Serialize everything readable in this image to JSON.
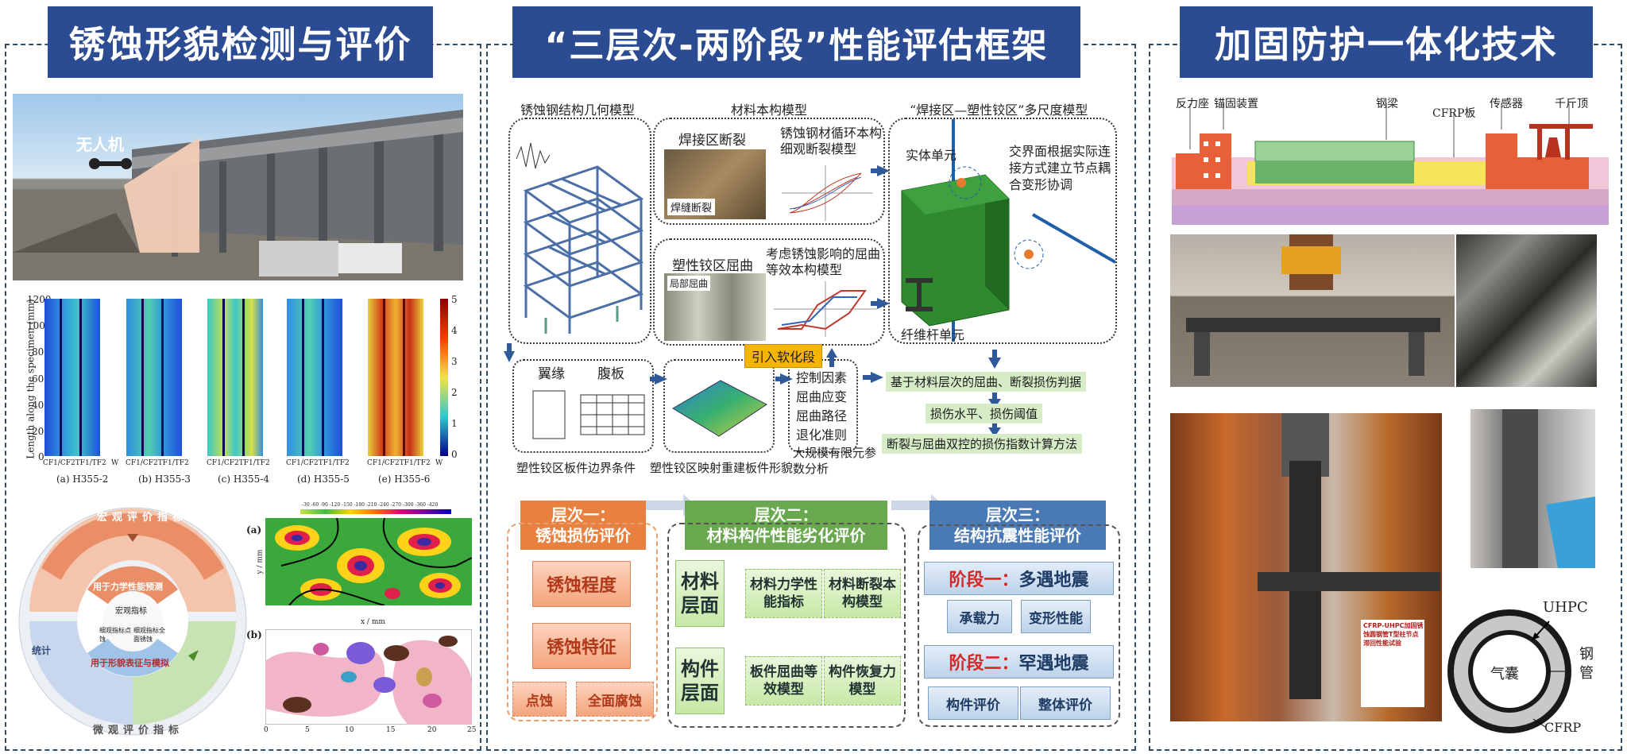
{
  "panels": {
    "left": {
      "title": "锈蚀形貌检测与评价",
      "drone_label": "无人机",
      "heatmap": {
        "ylabel": "Length along the specimen (mm)",
        "yticks": [
          "1200",
          "1000",
          "800",
          "600",
          "400",
          "200",
          "0"
        ],
        "colorbar_ticks": [
          "5",
          "4",
          "3",
          "2",
          "1",
          "0"
        ],
        "xtick_labels": [
          "CF1/CF2TF1/TF2",
          "W",
          "CF1/CF2TF1/TF2",
          "CF1/CF2TF1/TF2",
          "CF1/CF2TF1/TF2",
          "CF1/CF2TF1/TF2",
          "W"
        ],
        "subcaptions": [
          "(a) H355-2",
          "(b) H355-3",
          "(c) H355-4",
          "(d) H355-5",
          "(e) H355-6"
        ]
      },
      "wheel": {
        "top_arc": "宏观评价指标",
        "bottom_arc": "微观评价指标",
        "left_arc": "统计",
        "inner_top": "用于力学性能预测",
        "inner_bottom": "用于形貌表征与模拟",
        "center_top": "宏观指标",
        "center_left": "细观指标点蚀",
        "center_right": "细观指标全面锈蚀"
      },
      "maps": {
        "label_a": "(a)",
        "label_b": "(b)",
        "axis_x": "x / mm",
        "axis_y": "y / mm",
        "xticks": [
          "0",
          "5",
          "10",
          "15",
          "20",
          "25"
        ],
        "colorbar": "-30 -60 -90 -120 -150 -180 -210 -240 -270 -300 -360 -420"
      }
    },
    "middle": {
      "title": "“三层次-两阶段”性能评估框架",
      "geom_model": "锈蚀钢结构几何模型",
      "material_model": "材料本构模型",
      "multiscale_model": "“焊接区—塑性铰区”多尺度模型",
      "weld_fracture": "焊接区断裂",
      "weld_crack": "焊缝断裂",
      "cyclic_model": "锈蚀钢材循环本构细观断裂模型",
      "plastic_buckling": "塑性铰区屈曲",
      "local_buckling": "局部屈曲",
      "buckling_model": "考虑锈蚀影响的屈曲等效本构模型",
      "solid_element": "实体单元",
      "beam_element": "纤维杆单元",
      "interface_note": "交界面根据实际连接方式建立节点耦合变形协调",
      "flange": "翼缘",
      "web": "腹板",
      "softening": "引入软化段",
      "control_factors": [
        "控制因素",
        "屈曲应变",
        "屈曲路径",
        "退化准则"
      ],
      "boundary_caption": "塑性铰区板件边界条件",
      "morph_caption": "塑性铰区映射重建板件形貌",
      "fe_caption": "大规模有限元参数分析",
      "flow": [
        "基于材料层次的屈曲、断裂损伤判据",
        "损伤水平、损伤阈值",
        "断裂与屈曲双控的损伤指数计算方法"
      ],
      "tiers": {
        "t1": {
          "head1": "层次一：",
          "head2": "锈蚀损伤评价",
          "b1": "锈蚀程度",
          "b2": "锈蚀特征",
          "s1": "点蚀",
          "s2": "全面腐蚀"
        },
        "t2": {
          "head1": "层次二：",
          "head2": "材料构件性能劣化评价",
          "row1": "材料层面",
          "row1_b1": "材料力学性能指标",
          "row1_b2": "材料断裂本构模型",
          "row2": "构件层面",
          "row2_b1": "板件屈曲等效模型",
          "row2_b2": "构件恢复力模型"
        },
        "t3": {
          "head1": "层次三：",
          "head2": "结构抗震性能评价",
          "st1_a": "阶段一：",
          "st1_b": "多遇地震",
          "st1_i1": "承载力",
          "st1_i2": "变形性能",
          "st2_a": "阶段二：",
          "st2_b": "罕遇地震",
          "st2_i1": "构件评价",
          "st2_i2": "整体评价"
        }
      }
    },
    "right": {
      "title": "加固防护一体化技术",
      "test_labels": {
        "reaction": "反力座",
        "anchor": "锚固装置",
        "beam": "钢梁",
        "cfrp": "CFRP板",
        "sensor": "传感器",
        "jack": "千斤顶"
      },
      "sign_text": "CFRP-UHPC加固锈蚀圆钢管T型柱节点滞回性能试验",
      "section": {
        "uhpc": "UHPC",
        "steel": "钢管",
        "airbag": "气囊",
        "cfrp": "CFRP"
      }
    }
  },
  "colors": {
    "banner": "#2b4b92",
    "orange": "#e8803f",
    "green": "#6aa84f",
    "blue": "#4a7ab5"
  }
}
